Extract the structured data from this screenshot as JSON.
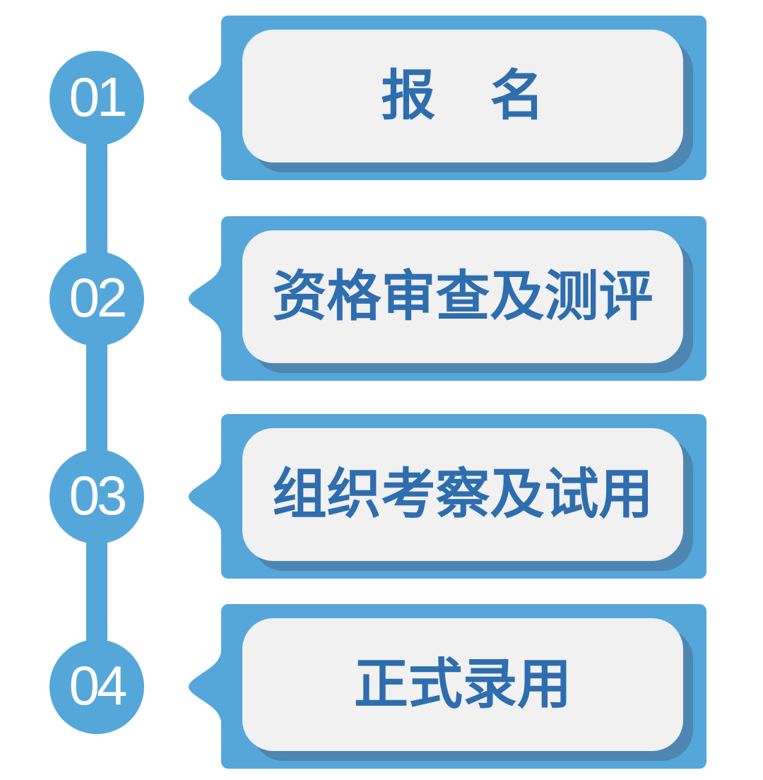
{
  "diagram": {
    "type": "vertical-process-flow",
    "colors": {
      "primary_blue": "#55A7DA",
      "card_shadow_blue": "#4D86B0",
      "card_background": "#F1F1F2",
      "label_text_blue": "#2E6DAE",
      "number_text": "#FFFFFF",
      "page_background": "#FFFFFF"
    },
    "steps": [
      {
        "number": "01",
        "label": "报　名"
      },
      {
        "number": "02",
        "label": "资格审查及测评"
      },
      {
        "number": "03",
        "label": "组织考察及试用"
      },
      {
        "number": "04",
        "label": "正式录用"
      }
    ]
  }
}
